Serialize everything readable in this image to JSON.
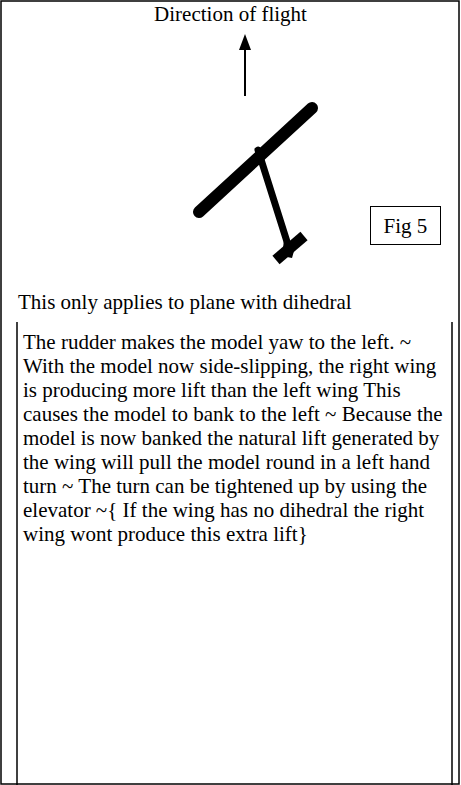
{
  "diagram": {
    "nodes": [
      {
        "text": [
          "Fig 5"
        ]
      }
    ],
    "labels": [
      "Direction of flight",
      "This only applies to plane with dihedral",
      "The rudder makes the model yaw to the left.  ~ With the model now side-slipping, the right wing is producing more lift than the left wing  This causes the model to bank to the left ~ Because the model is now banked  the natural lift generated by the wing will pull the model round in a left hand turn ~ The turn can be tightened up by using the elevator ~{ If the wing has no dihedral the right wing wont produce this extra lift}"
    ]
  }
}
